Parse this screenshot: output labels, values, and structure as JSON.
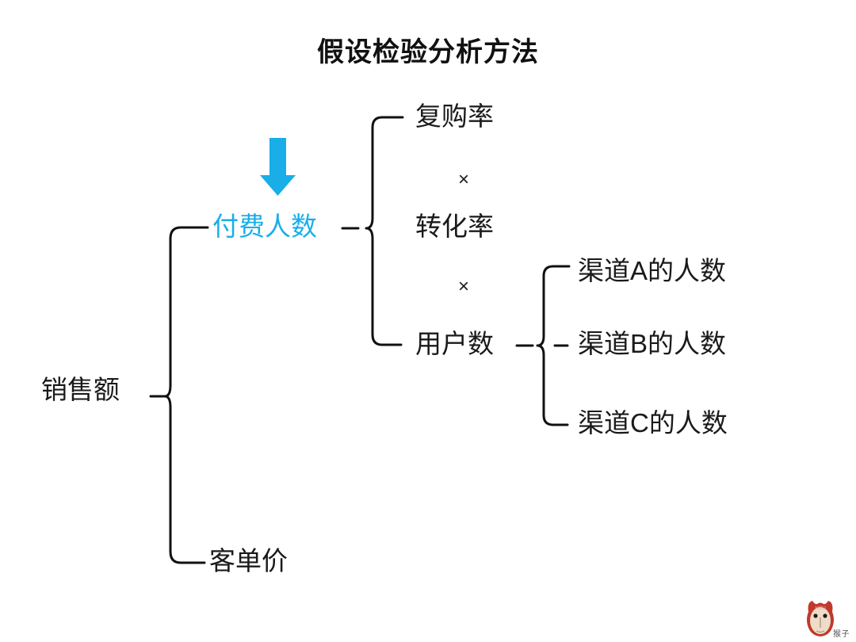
{
  "title": "假设检验分析方法",
  "accent_color": "#19aee8",
  "line_color": "#111111",
  "background": "#ffffff",
  "nodes": {
    "root": "销售额",
    "level1": [
      {
        "label": "付费人数",
        "highlighted": true
      },
      {
        "label": "客单价",
        "highlighted": false
      }
    ],
    "level2": [
      {
        "label": "复购率"
      },
      {
        "label": "转化率"
      },
      {
        "label": "用户数"
      }
    ],
    "level3": [
      {
        "label": "渠道A的人数"
      },
      {
        "label": "渠道B的人数"
      },
      {
        "label": "渠道C的人数"
      }
    ]
  },
  "operators": {
    "between_repurchase_conversion": "×",
    "between_conversion_users": "×"
  },
  "annotation": {
    "arrow": "down-arrow",
    "arrow_target": "付费人数",
    "arrow_color": "#19aee8"
  },
  "watermark": {
    "label": "猴子",
    "logo": "monkey-face-logo",
    "logo_color": "#c0392b"
  }
}
